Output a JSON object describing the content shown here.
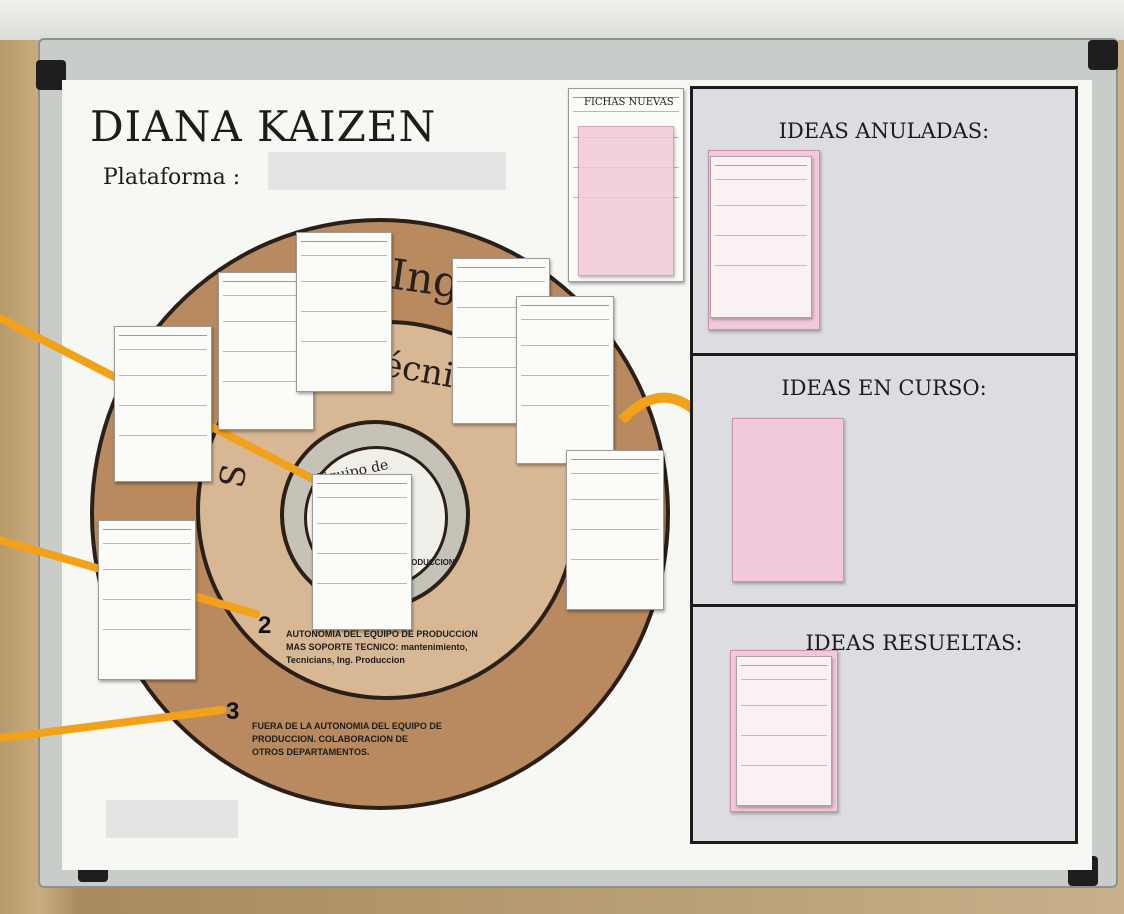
{
  "board": {
    "title": "DIANA KAIZEN",
    "platform_label": "Plataforma :"
  },
  "circle": {
    "ring_outer_text": "Ing",
    "ring_middle_text": "Técnico",
    "ring_middle_prefix": "S",
    "inner_text": "Equipo de Producción",
    "inner_caption": "PRODUCCION",
    "zone2_number": "2",
    "zone2_text": "AUTONOMIA DEL EQUIPO DE PRODUCCION MAS SOPORTE TECNICO: mantenimiento, Tecnicians, Ing. Produccion",
    "zone3_number": "3",
    "zone3_text": "FUERA DE LA AUTONOMIA DEL EQUIPO DE PRODUCCION. COLABORACION DE OTROS DEPARTAMENTOS."
  },
  "new_cards": {
    "label": "FICHAS NUEVAS"
  },
  "panels": [
    {
      "title": "IDEAS ANULADAS:"
    },
    {
      "title": "IDEAS EN CURSO:"
    },
    {
      "title": "IDEAS RESUELTAS:"
    }
  ],
  "colors": {
    "brown_outer": "#b98a5f",
    "brown_inner": "#d8b894",
    "orange_line": "#f2a21a",
    "card_pink": "#f1c9da"
  }
}
